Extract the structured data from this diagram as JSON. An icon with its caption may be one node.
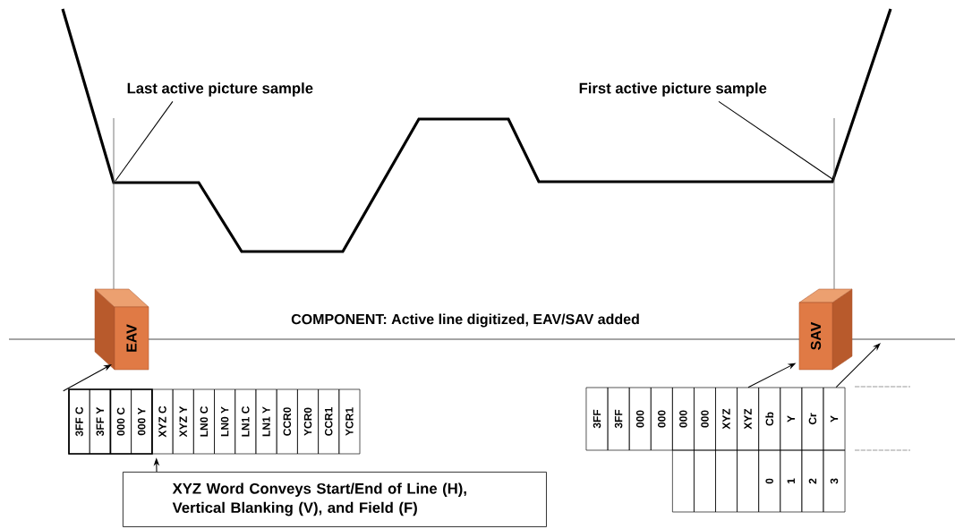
{
  "diagram": {
    "nodes": [
      {
        "text": [
          "Last active picture sample"
        ]
      },
      {
        "text": [
          "First active picture sample"
        ]
      },
      {
        "text": [
          "EAV"
        ]
      },
      {
        "text": [
          "SAV"
        ]
      },
      {
        "text": [
          "3FF C",
          "3FF Y",
          "000 C",
          "000 Y",
          "XYZ C",
          "XYZ Y",
          "LN0 C",
          "LN0 Y",
          "LN1 C",
          "LN1 Y",
          "CCR0",
          "YCR0",
          "CCR1",
          "YCR1"
        ]
      },
      {
        "text": [
          "XYZ Word Conveys Start/End of Line (H), Vertical Blanking (V), and Field (F)"
        ]
      },
      {
        "text": [
          "3FF",
          "3FF",
          "000",
          "000",
          "000",
          "000",
          "XYZ",
          "XYZ",
          "Cb",
          "Y",
          "Cr",
          "Y",
          "0",
          "1",
          "2",
          "3"
        ]
      }
    ],
    "edges": [
      {
        "from": 0,
        "to": null,
        "arrow": "none"
      },
      {
        "from": 1,
        "to": null,
        "arrow": "none"
      },
      {
        "from": 4,
        "to": 2,
        "arrow": "to"
      },
      {
        "from": 5,
        "to": 4,
        "arrow": "to"
      },
      {
        "from": 6,
        "to": 3,
        "arrow": "to"
      },
      {
        "from": 6,
        "to": null,
        "arrow": "to"
      }
    ],
    "labels": [
      "COMPONENT:  Active line digitized, EAV/SAV added"
    ]
  }
}
